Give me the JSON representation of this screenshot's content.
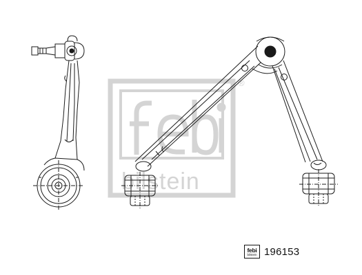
{
  "watermark": {
    "brand_mark": "febi",
    "brand_name": "febi bilstein",
    "registered_symbol": "®"
  },
  "part_label": {
    "logo_word": "febi",
    "logo_sub": "bilstein",
    "part_number": "196153"
  },
  "colors": {
    "line": "#1a1a1a",
    "watermark": "#d6d6d6",
    "background": "#ffffff"
  }
}
